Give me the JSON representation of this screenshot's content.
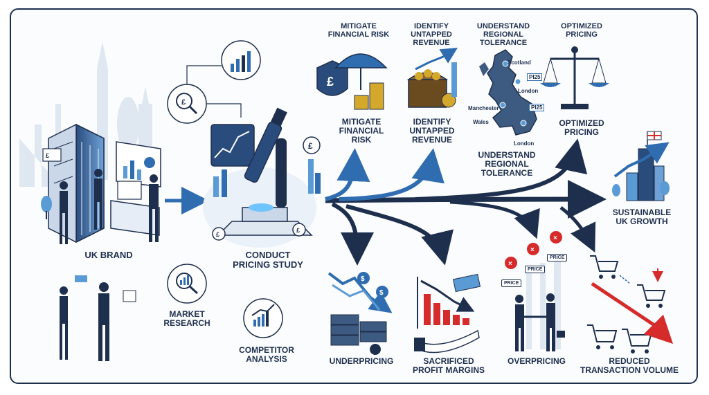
{
  "labels": {
    "uk_brand": "UK BRAND",
    "conduct_pricing_study": "CONDUCT\nPRICING STUDY",
    "market_research": "MARKET\nRESEARCH",
    "competitor_analysis": "COMPETITOR\nANALYSIS",
    "mitigate_top": "MITIGATE\nFINANCIAL RISK",
    "identify_top": "IDENTIFY\nUNTAPPED\nREVENUE",
    "understand_top": "UNDERSTAND\nREGIONAL\nTOLERANCE",
    "optimized_top": "OPTIMIZED\nPRICING",
    "mitigate": "MITIGATE\nFINANCIAL\nRISK",
    "identify": "IDENTIFY\nUNTAPPED\nREVENUE",
    "understand": "UNDERSTAND\nREGIONAL\nTOLERANCE",
    "optimized": "OPTIMIZED\nPRICING",
    "sustainable": "SUSTAINABLE\nUK GROWTH",
    "underpricing": "UNDERPRICING",
    "sacrificed": "SACRIFICED\nPROFIT MARGINS",
    "overpricing": "OVERPRICING",
    "reduced": "REDUCED\nTRANSACTION VOLUME"
  },
  "map_labels": {
    "scotland": "Scotland",
    "london1": "London",
    "manchester": "Manchester",
    "wales": "Wales",
    "london2": "London",
    "price_tag1": "PI25",
    "price_tag2": "PI25"
  },
  "price_tags": {
    "a": "PRICE",
    "b": "PRICE",
    "c": "PRICE"
  },
  "colors": {
    "navy": "#1e2f4d",
    "blue": "#2f6db0",
    "light_blue": "#5b9bd5",
    "red": "#d62b2b",
    "gold": "#d4a82a"
  }
}
